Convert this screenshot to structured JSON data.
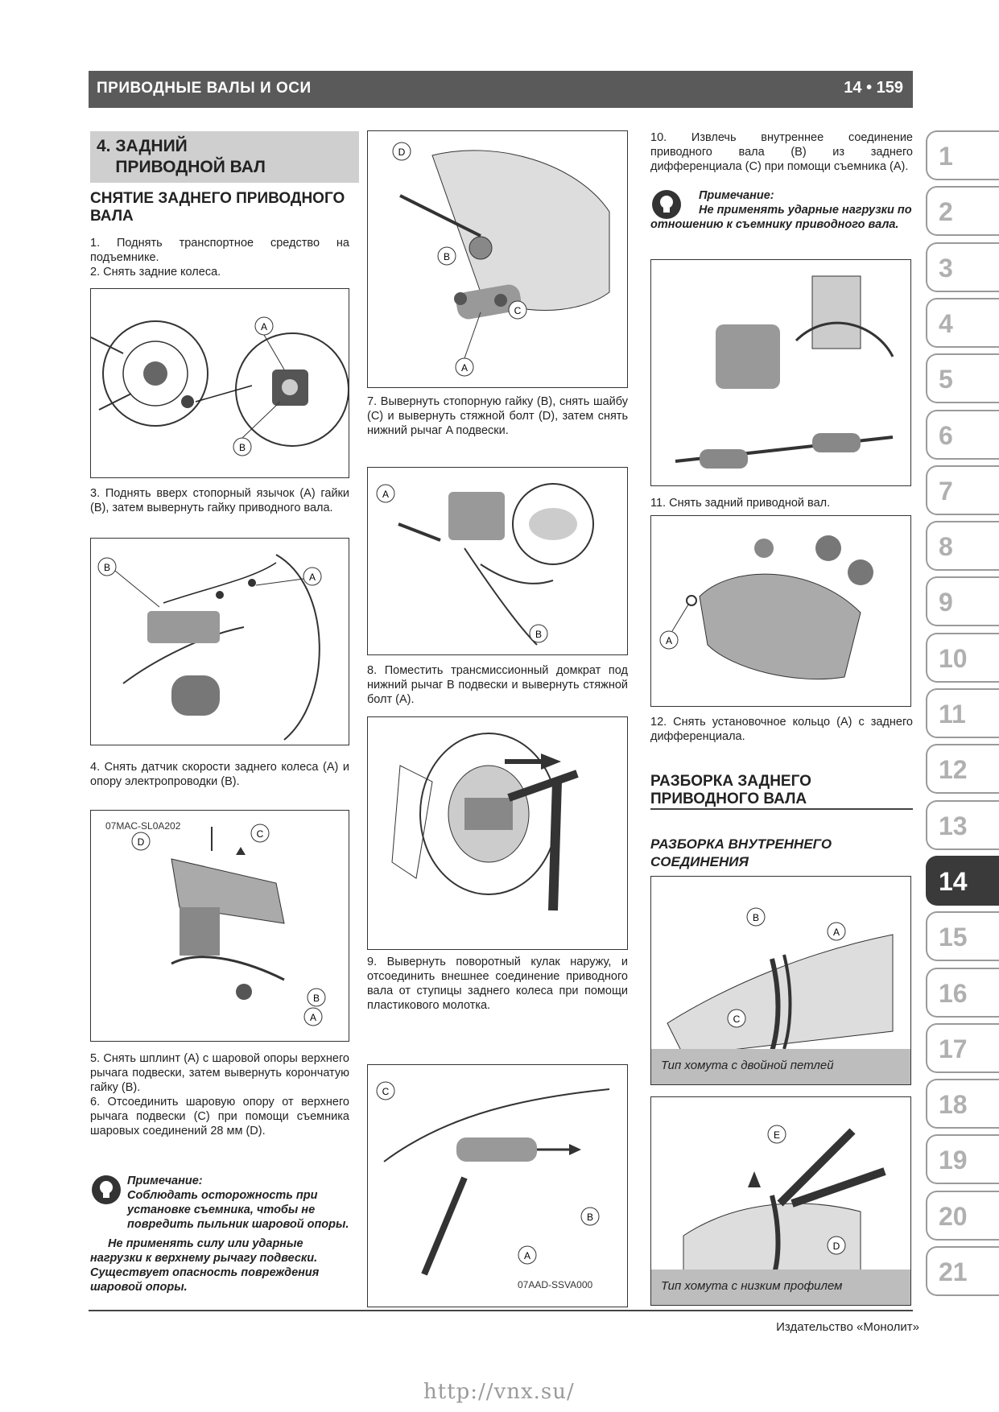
{
  "header": {
    "title": "ПРИВОДНЫЕ ВАЛЫ И ОСИ",
    "page": "14 • 159"
  },
  "col1": {
    "section": "4. ЗАДНИЙ\n    ПРИВОДНОЙ ВАЛ",
    "subsection": "СНЯТИЕ ЗАДНЕГО ПРИВОДНОГО ВАЛА",
    "step1": "1. Поднять транспортное средство на подъемнике.",
    "step2": "2. Снять задние колеса.",
    "step3": "3. Поднять вверх стопорный язычок (A) гайки (B), затем вывернуть гайку приводного вала.",
    "step4": "4. Снять датчик скорости заднего колеса (A) и опору электропроводки (B).",
    "figcode": "07MAC-SL0A202",
    "step5": "5. Снять шплинт (A) с шаровой опоры верхнего рычага подвески, затем вывернуть корончатую гайку (B).",
    "step6": "6. Отсоединить шаровую опору от верхнего рычага подвески (C) при помощи съемника шаровых соединений 28 мм (D).",
    "note_title": "Примечание:",
    "note1": "Соблюдать осторожность при установке съемника, чтобы не повредить пыльник шаровой опоры.",
    "note2": "Не применять силу или ударные нагрузки к верхнему рычагу подвески. Существует опасность повреждения шаровой опоры."
  },
  "col2": {
    "step7": "7. Вывернуть стопорную гайку (B), снять шайбу (C) и вывернуть стяжной болт (D), затем снять нижний рычаг A подвески.",
    "step8": "8. Поместить трансмиссионный домкрат под нижний рычаг B подвески и вывернуть стяжной болт (A).",
    "step9": "9. Вывернуть поворотный кулак наружу, и отсоединить внешнее соединение приводного вала от ступицы заднего колеса при помощи пластикового молотка.",
    "figcode": "07AAD-SSVA000"
  },
  "col3": {
    "step10": "10. Извлечь внутреннее соединение приводного вала (B) из заднего дифференциала (C) при помощи съемника (A).",
    "note_title": "Примечание:",
    "note": "Не применять ударные нагрузки по отношению к съемнику приводного вала.",
    "step11": "11. Снять задний приводной вал.",
    "step12": "12. Снять установочное кольцо (A) с заднего дифференциала.",
    "subsection": "РАЗБОРКА ЗАДНЕГО ПРИВОДНОГО ВАЛА",
    "subsub": "РАЗБОРКА ВНУТРЕННЕГО СОЕДИНЕНИЯ",
    "caption1": "Тип хомута с двойной петлей",
    "caption2": "Тип хомута с низким профилем"
  },
  "tabs": [
    "1",
    "2",
    "3",
    "4",
    "5",
    "6",
    "7",
    "8",
    "9",
    "10",
    "11",
    "12",
    "13",
    "14",
    "15",
    "16",
    "17",
    "18",
    "19",
    "20",
    "21"
  ],
  "active_tab": "14",
  "publisher": "Издательство «Монолит»",
  "url": "http://vnx.su/"
}
